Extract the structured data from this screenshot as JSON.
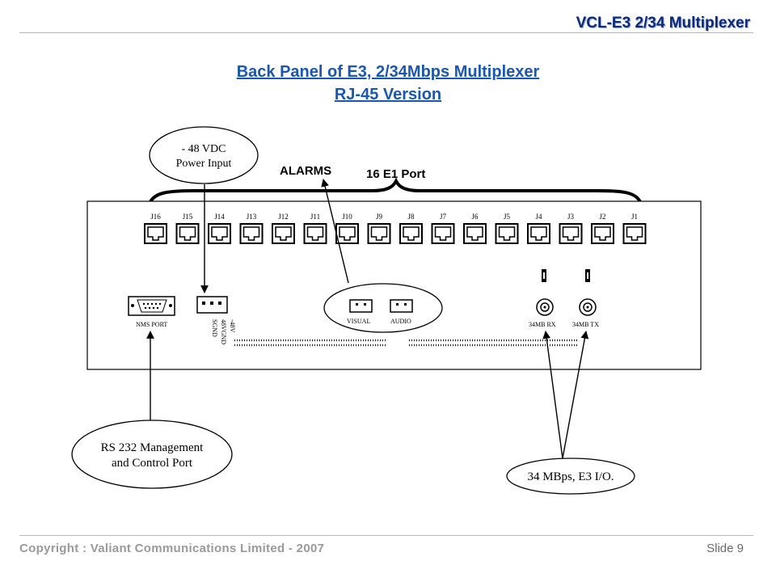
{
  "header": {
    "title": "VCL-E3 2/34 Multiplexer"
  },
  "title": {
    "line1": "Back Panel of E3, 2/34Mbps Multiplexer",
    "line2": "RJ-45 Version"
  },
  "callouts": {
    "power": [
      "- 48 VDC",
      "Power Input"
    ],
    "alarms": "ALARMS",
    "e1": "16 E1 Port",
    "rs232": [
      "RS 232 Management",
      "and Control Port"
    ],
    "e3io": "34 MBps, E3 I/O."
  },
  "ports": [
    "J16",
    "J15",
    "J14",
    "J13",
    "J12",
    "J11",
    "J10",
    "J9",
    "J8",
    "J7",
    "J6",
    "J5",
    "J4",
    "J3",
    "J2",
    "J1"
  ],
  "panel_labels": {
    "nms": "NMS PORT",
    "power_pins": [
      "-48V",
      "48VGND",
      "SGND"
    ],
    "visual": "VISUAL",
    "audio": "AUDIO",
    "rx": "34MB RX",
    "tx": "34MB TX"
  },
  "footer": {
    "copyright": "Copyright : Valiant Communications Limited - 2007",
    "slide": "Slide 9"
  }
}
